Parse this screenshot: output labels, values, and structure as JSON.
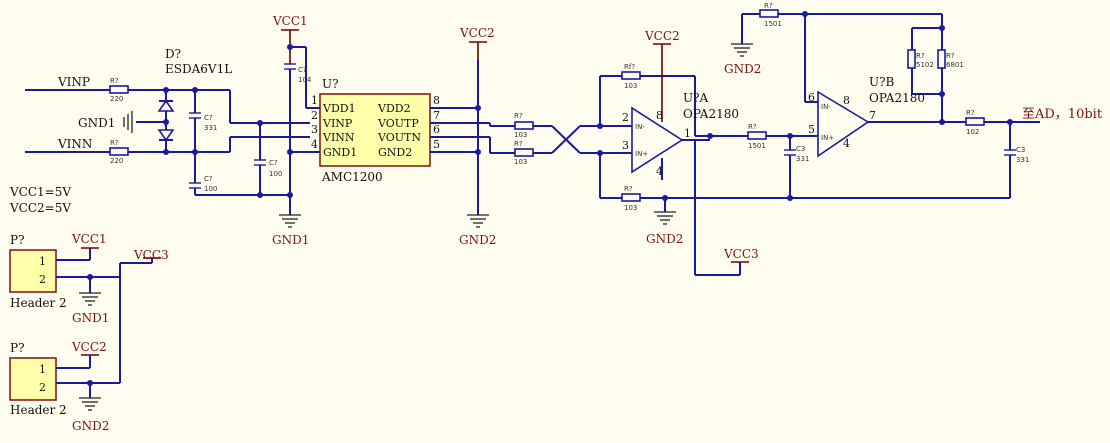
{
  "colors": {
    "wire": "#1a1a9c",
    "net_label": "#7a1010",
    "ic_fill": "#ffffaa",
    "ic_border": "#7a1010",
    "background": "#fffdf0"
  },
  "signals": {
    "vinp": "VINP",
    "vinn": "VINN",
    "output": "至AD，10bit"
  },
  "notes": {
    "vcc1": "VCC1=5V",
    "vcc2": "VCC2=5V"
  },
  "power": {
    "vcc1": "VCC1",
    "vcc2": "VCC2",
    "vcc3": "VCC3",
    "gnd1": "GND1",
    "gnd2": "GND2",
    "gnd1_left": "GND1"
  },
  "diode": {
    "designator": "D?",
    "part": "ESDA6V1L"
  },
  "amc": {
    "designator": "U?",
    "part": "AMC1200",
    "left_pins": [
      {
        "num": "1",
        "name": "VDD1"
      },
      {
        "num": "2",
        "name": "VINP"
      },
      {
        "num": "3",
        "name": "VINN"
      },
      {
        "num": "4",
        "name": "GND1"
      }
    ],
    "right_pins": [
      {
        "num": "8",
        "name": "VDD2"
      },
      {
        "num": "7",
        "name": "VOUTP"
      },
      {
        "num": "6",
        "name": "VOUTN"
      },
      {
        "num": "5",
        "name": "GND2"
      }
    ]
  },
  "opamp_a": {
    "designator": "U?A",
    "part": "OPA2180",
    "pin_in_minus": "2",
    "pin_in_plus": "3",
    "pin_out": "1",
    "pin_vplus": "8",
    "pin_vminus": "4",
    "minus_label": "IN-",
    "plus_label": "IN+"
  },
  "opamp_b": {
    "designator": "U?B",
    "part": "OPA2180",
    "pin_in_minus": "6",
    "pin_in_plus": "5",
    "pin_out": "7",
    "pin_vplus": "8",
    "pin_vminus": "4",
    "minus_label": "IN-",
    "plus_label": "IN+"
  },
  "resistors": {
    "r_vinp": {
      "ref": "R?",
      "value": "220"
    },
    "r_vinn": {
      "ref": "R?",
      "value": "220"
    },
    "r_in_top": {
      "ref": "R?",
      "value": "103"
    },
    "r_in_bot": {
      "ref": "R?",
      "value": "103"
    },
    "r_fb_a": {
      "ref": "Rf?",
      "value": "103"
    },
    "r_gnd_a": {
      "ref": "R?",
      "value": "103"
    },
    "r_ab": {
      "ref": "R?",
      "value": "1501"
    },
    "r_top_b": {
      "ref": "R?",
      "value": "1501"
    },
    "r_fb_b1": {
      "ref": "R?",
      "value": "5102"
    },
    "r_fb_b2": {
      "ref": "R?",
      "value": "6801"
    },
    "r_out": {
      "ref": "R?",
      "value": "102"
    }
  },
  "capacitors": {
    "c_vinp": {
      "ref": "C?",
      "value": "331"
    },
    "c_vinn": {
      "ref": "C?",
      "value": "100"
    },
    "c_diff": {
      "ref": "C?",
      "value": "100"
    },
    "c_vdd1": {
      "ref": "C?",
      "value": "104"
    },
    "c_b_in": {
      "ref": "C3",
      "value": "331"
    },
    "c_out": {
      "ref": "C3",
      "value": "331"
    }
  },
  "headers": [
    {
      "designator": "P?",
      "pin1": "1",
      "pin2": "2",
      "name": "Header 2"
    },
    {
      "designator": "P?",
      "pin1": "1",
      "pin2": "2",
      "name": "Header 2"
    }
  ]
}
